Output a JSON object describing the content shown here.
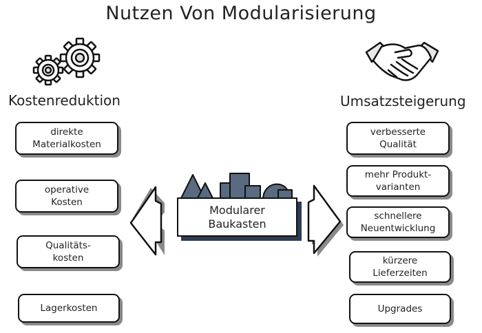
{
  "title": "Nutzen Von Modularisierung",
  "left": {
    "heading": "Kostenreduktion",
    "items": [
      "direkte\nMaterialkosten",
      "operative\nKosten",
      "Qualitäts-\nkosten",
      "Lagerkosten"
    ]
  },
  "right": {
    "heading": "Umsatzsteigerung",
    "items": [
      "verbesserte\nQualität",
      "mehr Produkt-\nvarianten",
      "schnellere\nNeuentwicklung",
      "kürzere\nLieferzeiten",
      "Upgrades"
    ]
  },
  "center": {
    "label": "Modularer\nBaukasten"
  },
  "icons": {
    "left": "gears-icon",
    "right": "handshake-icon",
    "center": "building-blocks-icon"
  },
  "colors": {
    "block_fill": "#5a6a80",
    "shadow": "#8a8a8a",
    "center_shadow": "#2d3d52"
  }
}
